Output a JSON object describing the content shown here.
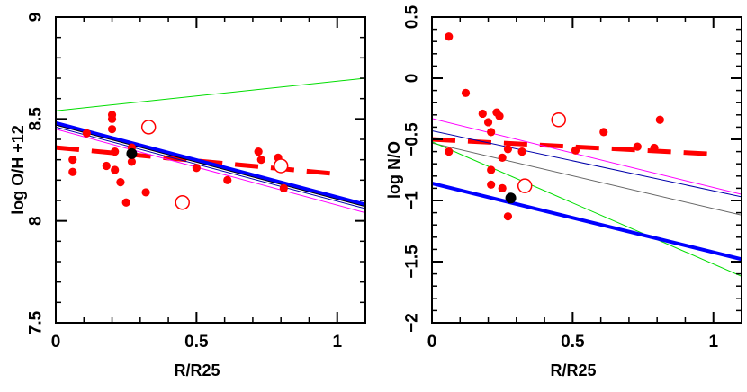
{
  "chart_data": [
    {
      "type": "scatter",
      "xlabel": "R/R25",
      "ylabel": "log O/H +12",
      "xlim": [
        0,
        1.1
      ],
      "ylim": [
        7.5,
        9
      ],
      "xticks": [
        0,
        0.5,
        1
      ],
      "xtick_labels": [
        "0",
        "0.5",
        "1"
      ],
      "yticks": [
        7.5,
        8,
        8.5,
        9
      ],
      "ytick_labels": [
        "7.5",
        "8",
        "8.5",
        "9"
      ],
      "points_filled": [
        [
          0.06,
          8.3
        ],
        [
          0.06,
          8.24
        ],
        [
          0.11,
          8.43
        ],
        [
          0.18,
          8.27
        ],
        [
          0.2,
          8.45
        ],
        [
          0.2,
          8.5
        ],
        [
          0.2,
          8.52
        ],
        [
          0.21,
          8.34
        ],
        [
          0.21,
          8.25
        ],
        [
          0.23,
          8.19
        ],
        [
          0.25,
          8.09
        ],
        [
          0.27,
          8.36
        ],
        [
          0.27,
          8.29
        ],
        [
          0.32,
          8.14
        ],
        [
          0.5,
          8.26
        ],
        [
          0.61,
          8.2
        ],
        [
          0.72,
          8.34
        ],
        [
          0.73,
          8.3
        ],
        [
          0.79,
          8.31
        ],
        [
          0.81,
          8.16
        ]
      ],
      "points_open": [
        [
          0.33,
          8.46
        ],
        [
          0.45,
          8.09
        ],
        [
          0.8,
          8.27
        ]
      ],
      "points_black": [
        [
          0.27,
          8.33
        ]
      ],
      "lines": [
        {
          "style": "dashed",
          "color": "#ff0000",
          "width": 5,
          "from": [
            0,
            8.36
          ],
          "to": [
            1.0,
            8.23
          ]
        },
        {
          "style": "solid",
          "color": "#00dd00",
          "width": 1,
          "from": [
            0,
            8.54
          ],
          "to": [
            1.1,
            8.7
          ]
        },
        {
          "style": "solid",
          "color": "#0000ff",
          "width": 4,
          "from": [
            0,
            8.48
          ],
          "to": [
            1.1,
            8.08
          ]
        },
        {
          "style": "solid",
          "color": "#000000",
          "width": 1,
          "from": [
            0,
            8.47
          ],
          "to": [
            1.1,
            8.07
          ]
        },
        {
          "style": "solid",
          "color": "#0000aa",
          "width": 1,
          "from": [
            0,
            8.46
          ],
          "to": [
            1.1,
            8.06
          ]
        },
        {
          "style": "solid",
          "color": "#ff00ff",
          "width": 1,
          "from": [
            0,
            8.45
          ],
          "to": [
            1.1,
            8.04
          ]
        }
      ]
    },
    {
      "type": "scatter",
      "xlabel": "R/R25",
      "ylabel": "log N/O",
      "xlim": [
        0,
        1.1
      ],
      "ylim": [
        -2,
        0.5
      ],
      "xticks": [
        0,
        0.5,
        1
      ],
      "xtick_labels": [
        "0",
        "0.5",
        "1"
      ],
      "yticks": [
        -2,
        -1.5,
        -1,
        -0.5,
        0,
        0.5
      ],
      "ytick_labels": [
        "−2",
        "−1.5",
        "−1",
        "−0.5",
        "0",
        "0.5"
      ],
      "points_filled": [
        [
          0.06,
          0.34
        ],
        [
          0.06,
          -0.6
        ],
        [
          0.12,
          -0.12
        ],
        [
          0.18,
          -0.29
        ],
        [
          0.2,
          -0.36
        ],
        [
          0.21,
          -0.44
        ],
        [
          0.21,
          -0.75
        ],
        [
          0.21,
          -0.87
        ],
        [
          0.23,
          -0.28
        ],
        [
          0.24,
          -0.31
        ],
        [
          0.25,
          -0.65
        ],
        [
          0.25,
          -0.9
        ],
        [
          0.27,
          -0.58
        ],
        [
          0.27,
          -1.13
        ],
        [
          0.32,
          -0.6
        ],
        [
          0.51,
          -0.59
        ],
        [
          0.61,
          -0.44
        ],
        [
          0.73,
          -0.56
        ],
        [
          0.79,
          -0.57
        ],
        [
          0.81,
          -0.34
        ]
      ],
      "points_open": [
        [
          0.33,
          -0.88
        ],
        [
          0.45,
          -0.34
        ]
      ],
      "points_black": [
        [
          0.28,
          -0.98
        ]
      ],
      "lines": [
        {
          "style": "dashed",
          "color": "#ff0000",
          "width": 5,
          "from": [
            0,
            -0.5
          ],
          "to": [
            1.0,
            -0.62
          ]
        },
        {
          "style": "solid",
          "color": "#ff00ff",
          "width": 1,
          "from": [
            0,
            -0.33
          ],
          "to": [
            1.1,
            -0.95
          ]
        },
        {
          "style": "solid",
          "color": "#0000aa",
          "width": 1,
          "from": [
            0,
            -0.43
          ],
          "to": [
            1.1,
            -0.97
          ]
        },
        {
          "style": "solid",
          "color": "#666666",
          "width": 1,
          "from": [
            0,
            -0.53
          ],
          "to": [
            1.1,
            -1.12
          ]
        },
        {
          "style": "solid",
          "color": "#00dd00",
          "width": 1,
          "from": [
            0,
            -0.52
          ],
          "to": [
            1.1,
            -1.62
          ]
        },
        {
          "style": "solid",
          "color": "#0000ff",
          "width": 4,
          "from": [
            0,
            -0.86
          ],
          "to": [
            1.1,
            -1.48
          ]
        }
      ]
    }
  ],
  "colors": {
    "points": "#ff0000",
    "axis": "#000000",
    "highlight": "#000000"
  }
}
